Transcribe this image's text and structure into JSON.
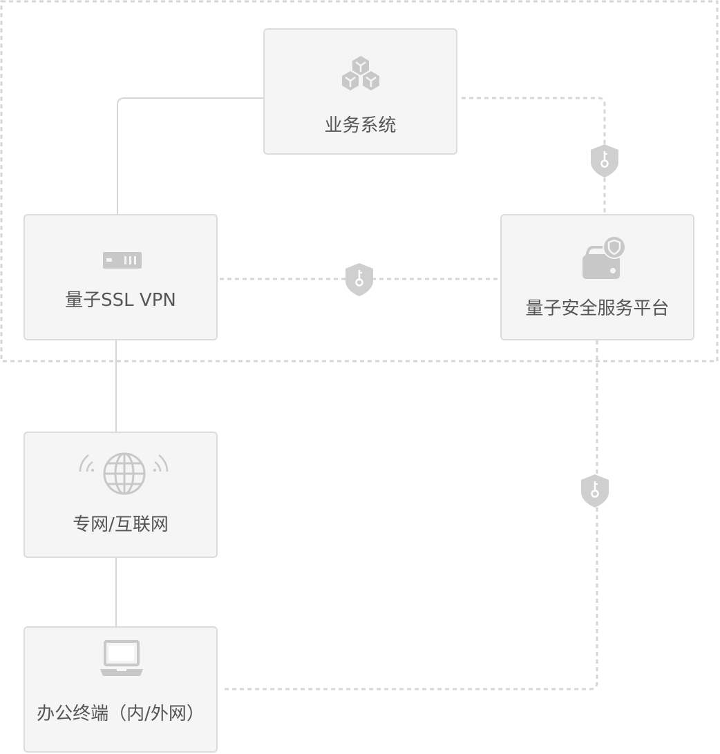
{
  "nodes": {
    "business": {
      "label": "业务系统",
      "icon": "cubes-icon"
    },
    "vpn": {
      "label": "量子SSL VPN",
      "icon": "vpn-device-icon"
    },
    "qsp": {
      "label": "量子安全服务平台",
      "icon": "server-shield-icon"
    },
    "net": {
      "label": "专网/互联网",
      "icon": "globe-signal-icon"
    },
    "term": {
      "label": "办公终端（内/外网）",
      "icon": "laptop-icon"
    }
  },
  "colors": {
    "node_fill": "#f5f5f5",
    "node_border": "#dcdcdc",
    "line": "#d6d6d6",
    "icon": "#c8c8c8",
    "text": "#555555"
  }
}
